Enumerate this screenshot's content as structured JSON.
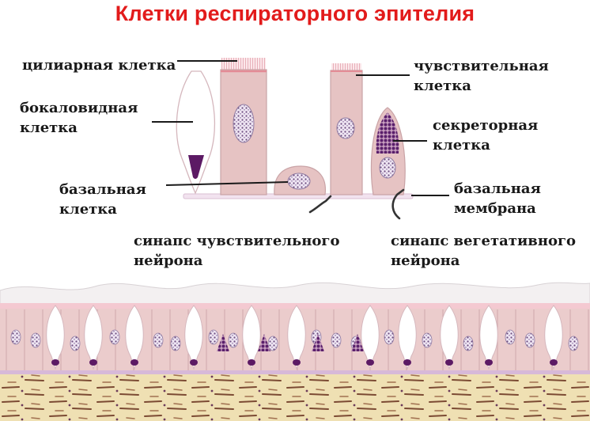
{
  "title": "Клетки респираторного эпителия",
  "labels": {
    "ciliated": "цилиарная клетка",
    "goblet": [
      "бокаловидная",
      "клетка"
    ],
    "basal_cell": [
      "базальная",
      "клетка"
    ],
    "sensory": [
      "чувствительная",
      "клетка"
    ],
    "secretory": [
      "секреторная",
      "клетка"
    ],
    "basal_membrane": [
      "базальная",
      "мембрана"
    ],
    "sensory_synapse": [
      "синапс чувствительного",
      "нейрона"
    ],
    "vegetative_synapse": [
      "синапс вегетативного",
      "нейрона"
    ]
  },
  "colors": {
    "title": "#e21b1b",
    "cell_fill": "#e6c3c3",
    "cell_stroke": "#c9a3a6",
    "nucleus": "#6d4d80",
    "granule": "#5a1f6b",
    "lamina": "#efe0b3",
    "lamina_fiber": "#7b4a33"
  }
}
